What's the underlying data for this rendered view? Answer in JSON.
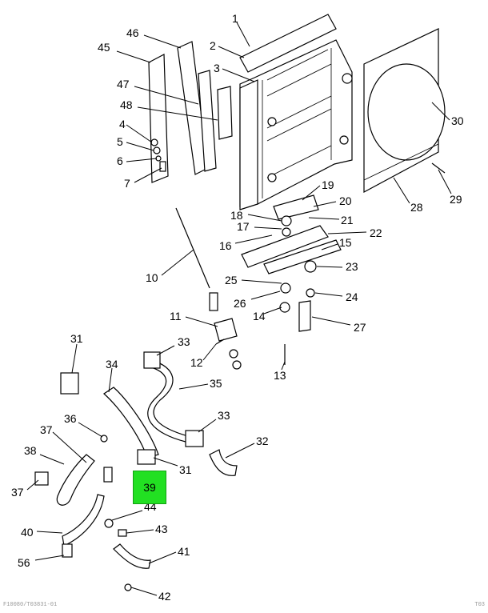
{
  "diagram": {
    "callouts": [
      "1",
      "2",
      "3",
      "4",
      "5",
      "6",
      "7",
      "10",
      "11",
      "12",
      "13",
      "14",
      "15",
      "16",
      "17",
      "18",
      "19",
      "20",
      "21",
      "22",
      "23",
      "24",
      "25",
      "26",
      "27",
      "28",
      "29",
      "30",
      "31",
      "32",
      "33",
      "34",
      "35",
      "36",
      "37",
      "38",
      "40",
      "41",
      "42",
      "43",
      "44",
      "45",
      "46",
      "47",
      "48",
      "56"
    ],
    "highlighted_callout": "39",
    "highlight_color": "#22e022",
    "footer_left": "F10080/T03831-01",
    "footer_right": "T03"
  }
}
